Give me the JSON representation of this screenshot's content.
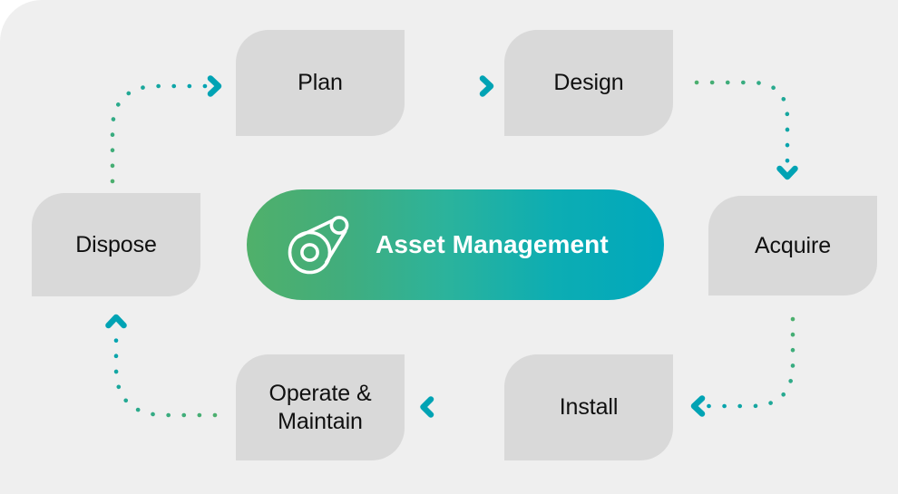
{
  "diagram": {
    "title": "Asset Management",
    "type": "asset-lifecycle-cycle-diagram",
    "canvas_bg": "#efefef",
    "box_bg": "#d9d9d9",
    "accent_green": "#4caf6e",
    "accent_teal": "#00a3b4",
    "center": {
      "label": "Asset Management",
      "icon": "pulley-belt-icon",
      "gradient_from": "#50b06a",
      "gradient_to": "#00a8bd",
      "text_color": "#ffffff"
    },
    "stages": [
      {
        "id": "plan",
        "label": "Plan"
      },
      {
        "id": "design",
        "label": "Design"
      },
      {
        "id": "acquire",
        "label": "Acquire"
      },
      {
        "id": "install",
        "label": "Install"
      },
      {
        "id": "operate",
        "label": "Operate &\nMaintain"
      },
      {
        "id": "dispose",
        "label": "Dispose"
      }
    ],
    "connectors": [
      {
        "id": "plan-to-design",
        "from": "Plan",
        "to": "Design",
        "direction": "right"
      },
      {
        "id": "design-to-acquire",
        "from": "Design",
        "to": "Acquire",
        "direction": "down"
      },
      {
        "id": "acquire-to-install",
        "from": "Acquire",
        "to": "Install",
        "direction": "left"
      },
      {
        "id": "install-to-operate",
        "from": "Install",
        "to": "Operate & Maintain",
        "direction": "left"
      },
      {
        "id": "operate-to-dispose",
        "from": "Operate & Maintain",
        "to": "Dispose",
        "direction": "up"
      },
      {
        "id": "dispose-to-plan",
        "from": "Dispose",
        "to": "Plan",
        "direction": "right"
      }
    ]
  }
}
